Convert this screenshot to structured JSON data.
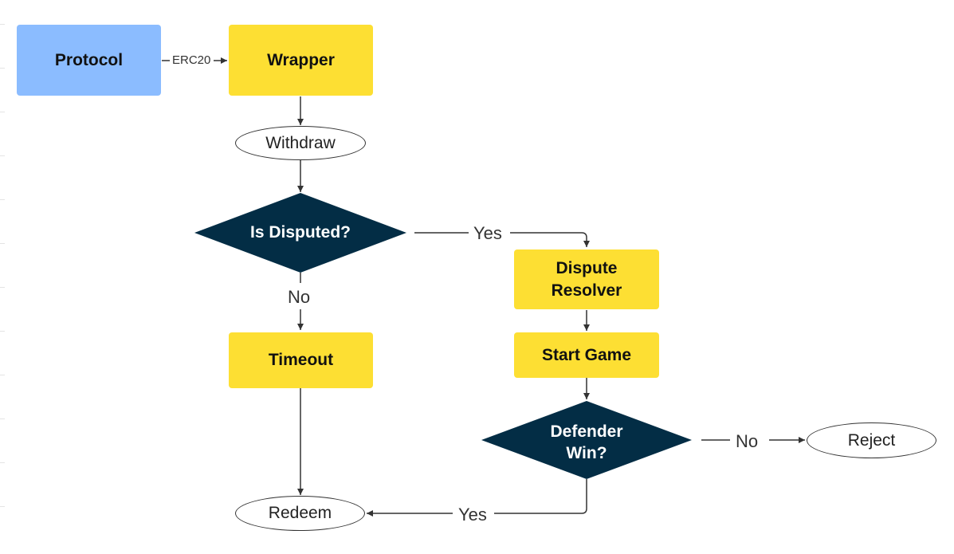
{
  "nodes": {
    "protocol": "Protocol",
    "wrapper": "Wrapper",
    "withdraw": "Withdraw",
    "is_disputed": "Is Disputed?",
    "dispute_resolver": "Dispute Resolver",
    "timeout": "Timeout",
    "start_game": "Start Game",
    "defender_win": "Defender Win?",
    "reject": "Reject",
    "redeem": "Redeem"
  },
  "edge_labels": {
    "erc20": "ERC20",
    "disputed_yes": "Yes",
    "disputed_no": "No",
    "defender_no": "No",
    "defender_yes": "Yes"
  },
  "colors": {
    "protocol_box": "#8bbcff",
    "process_box": "#fddf33",
    "decision_diamond": "#032d45",
    "connector": "#333333"
  }
}
